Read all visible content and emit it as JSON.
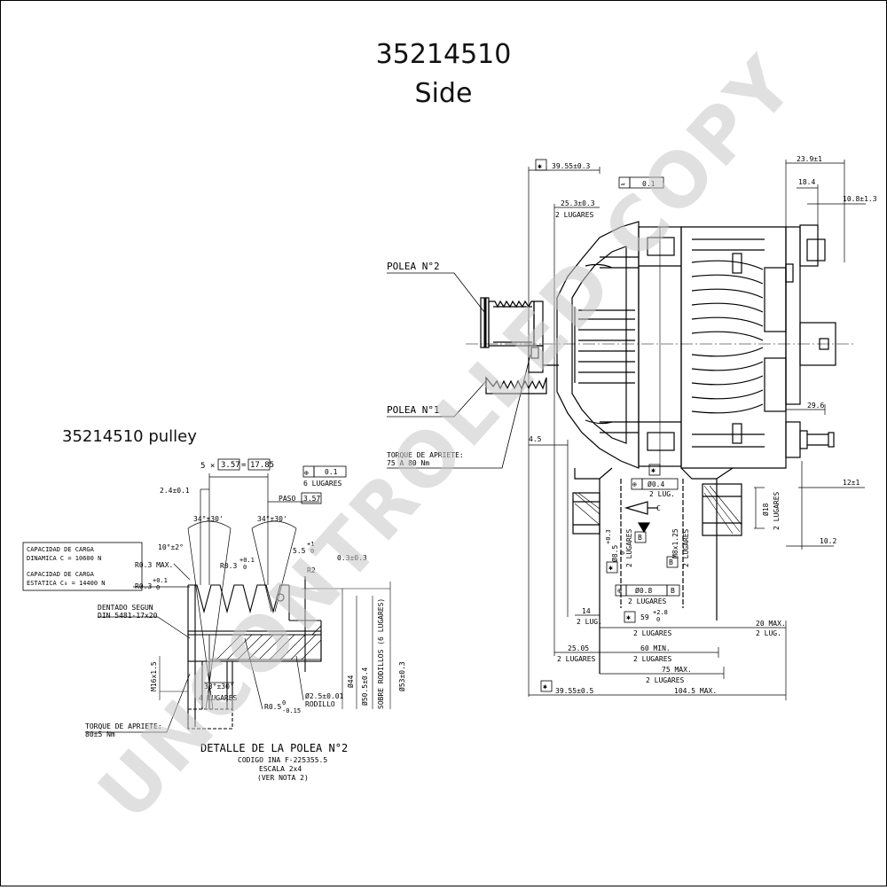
{
  "header": {
    "title": "35214510",
    "subtitle": "Side"
  },
  "watermark": "UNCONTROLLED COPY",
  "pulley_caption": "35214510 pulley",
  "pulley_detail": {
    "title": "DETALLE DE LA POLEA N°2",
    "code": "CODIGO INA F-225355.5",
    "scale": "ESCALA 2x4",
    "note": "(VER NOTA 2)",
    "groove_count": "5 ×",
    "pitch_value": "3.57",
    "pitch_total": "17.85",
    "position_tol": "0.1",
    "six_places": "6 LUGARES",
    "paso_label": "PASO",
    "paso_value": "3.57",
    "dim_2_4": "2.4±0.1",
    "angle_1": "34°±30'",
    "angle_2": "34°±30'",
    "angle_10": "10°±2°",
    "r03max": "R0.3 MAX.",
    "r03a": "R0.3",
    "plus01a": "+0.1",
    "zero_a": "0",
    "r03b": "R0.3",
    "plus01b": "+0.1",
    "zero_b": "0",
    "dim_5_5": "5.5",
    "plus1": "+1",
    "zero_c": "0",
    "dim_0_3": "0.3±0.3",
    "r2": "R2",
    "dentado_1": "DENTADO SEGUN",
    "dentado_2": "DIN 5481-17x20",
    "m6": "M16x1.5",
    "angle_33": "33°±30'",
    "four_places": "4 LUGARES",
    "r05": "R0.5",
    "zero_d": "0",
    "minus015": "-0.15",
    "rodillo_phi": "Ø2.5±0.01",
    "rodillo": "RODILLO",
    "dia_44": "Ø44",
    "dia_505": "Ø50.5±0.4",
    "sobre_rodillos": "SOBRE RODILLOS (6 LUGARES)",
    "dia_533": "Ø53±0.3",
    "torque_1": "TORQUE DE APRIETE:",
    "torque_2": "80±5 Nm"
  },
  "capacity_box": {
    "line1": "CAPACIDAD DE CARGA",
    "line2": "DINAMICA  C = 10600  N",
    "line3": "CAPACIDAD DE CARGA",
    "line4": "ESTATICA  C₀ = 14400  N"
  },
  "main_view": {
    "polea2": "POLEA N°2",
    "polea1": "POLEA N°1",
    "torque_1": "TORQUE DE APRIETE:",
    "torque_2": "75 A 80 Nm",
    "dim_39_55": "39.55±0.3",
    "flat_01": "0.1",
    "dim_25_3": "25.3±0.3",
    "two_places_a": "2 LUGARES",
    "dim_23_9": "23.9±1",
    "dim_18_4": "18.4",
    "dim_10_8": "10.8±1.3",
    "dim_29_6": "29.6",
    "dim_4_5": "4.5",
    "dim_12": "12±1",
    "dim_10_2": "10.2",
    "pos_04": "Ø0.4",
    "two_lug_a": "2 LUG.",
    "c_label": "C",
    "dia_18": "Ø18",
    "two_places_b": "2 LUGARES",
    "dia_plus03": "+0.3",
    "dia_8_5": "Ø8.5",
    "zero_e": "0",
    "two_places_c": "2 LUGARES",
    "datum_b": "B",
    "m8": "M8x1.25",
    "two_places_d": "2 LUGARES",
    "pos_08": "Ø0.8",
    "datum_b2": "B",
    "two_places_e": "2 LUGARES",
    "dim_14": "14",
    "two_lug_b": "2 LUG.",
    "dim_59": "59",
    "plus28": "+2.8",
    "zero_f": "0",
    "dim_20": "20 MAX.",
    "two_lug_c": "2 LUG.",
    "two_places_f": "2 LUGARES",
    "dim_25_05": "25.05",
    "two_places_g": "2 LUGARES",
    "dim_60": "60 MIN.",
    "two_places_h": "2 LUGARES",
    "dim_75": "75 MAX.",
    "two_places_i": "2 LUGARES",
    "dim_39_5": "39.55±0.5",
    "dim_104_5": "104.5 MAX."
  }
}
